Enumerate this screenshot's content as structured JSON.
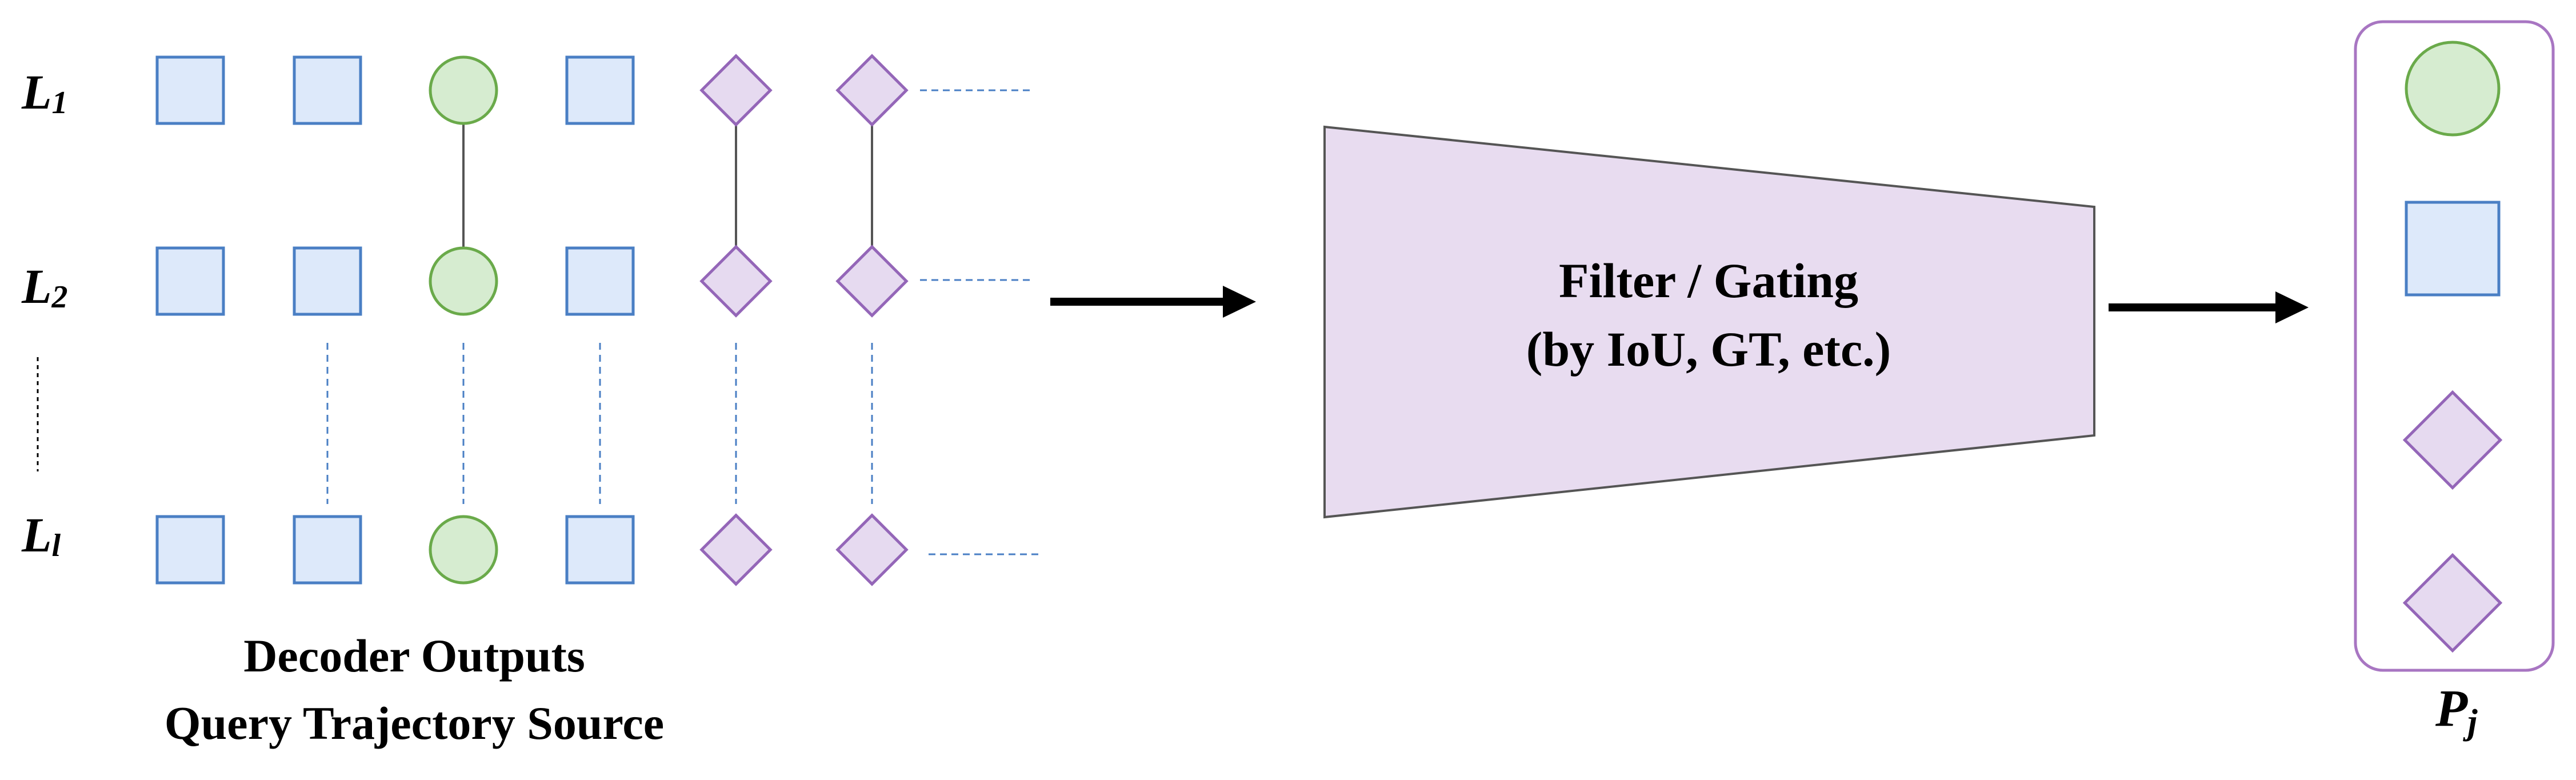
{
  "row_labels": {
    "first": {
      "base": "L",
      "sub": "1"
    },
    "second": {
      "base": "L",
      "sub": "2"
    },
    "last": {
      "base": "L",
      "sub": "l"
    }
  },
  "decoder_caption": {
    "line1": "Decoder Outputs",
    "line2": "Query Trajectory Source"
  },
  "filter_block": {
    "line1": "Filter / Gating",
    "line2": "(by IoU, GT, etc.)"
  },
  "output_label": {
    "base": "P",
    "sub": "j"
  },
  "columns": [
    {
      "shape": "square",
      "link_1_2": "none",
      "link_2_l": "none"
    },
    {
      "shape": "square",
      "link_1_2": "none",
      "link_2_l": "dashed"
    },
    {
      "shape": "circle",
      "link_1_2": "solid",
      "link_2_l": "dashed"
    },
    {
      "shape": "square",
      "link_1_2": "none",
      "link_2_l": "dashed"
    },
    {
      "shape": "diamond",
      "link_1_2": "solid",
      "link_2_l": "dashed"
    },
    {
      "shape": "diamond",
      "link_1_2": "solid",
      "link_2_l": "dashed"
    }
  ],
  "output_queries": [
    "circle",
    "square",
    "diamond",
    "diamond"
  ],
  "colors": {
    "square_fill": "#dde9fa",
    "square_stroke": "#4a7fc4",
    "circle_fill": "#d6ecd0",
    "circle_stroke": "#6aaa4a",
    "diamond_fill": "#e6daf0",
    "diamond_stroke": "#9466b8",
    "filter_fill": "#e8dcf0",
    "filter_stroke": "#555555",
    "output_box_stroke": "#a876c2",
    "dashed_link": "#4a7fc4",
    "solid_link": "#555555",
    "arrow": "#000000"
  }
}
